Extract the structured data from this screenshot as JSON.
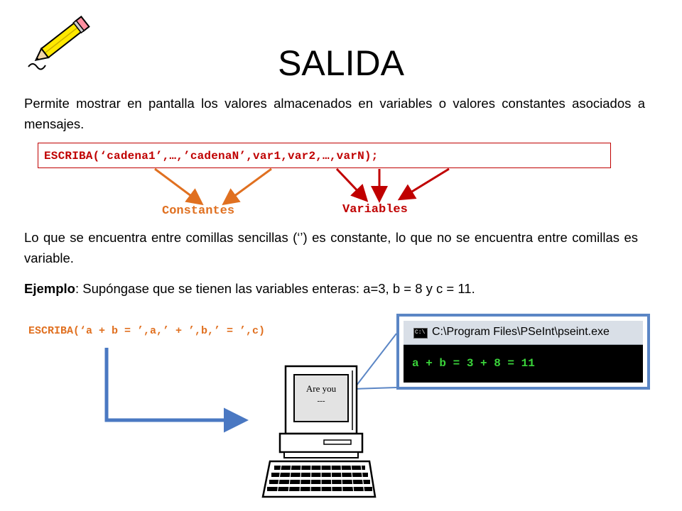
{
  "title": "SALIDA",
  "intro": "Permite mostrar en pantalla los valores almacenados en variables o valores  constantes asociados a mensajes.",
  "syntax": "ESCRIBA(‘cadena1’,…,’cadenaN’,var1,var2,…,varN);",
  "labels": {
    "constants": "Constantes",
    "variables": "Variables"
  },
  "explanation": "Lo que se encuentra entre comillas sencillas (‘’) es constante, lo que no se encuentra entre comillas es variable.",
  "example": {
    "label": "Ejemplo",
    "text": ": Supóngase que se tienen las variables enteras: a=3, b = 8 y c = 11."
  },
  "example_code": "ESCRIBA(‘a + b = ’,a,’ + ’,b,’ = ’,c)",
  "terminal": {
    "window_title": "C:\\Program Files\\PSeInt\\pseint.exe",
    "output": "a + b = 3 + 8 = 11"
  },
  "monitor": {
    "screen_text": "Are you",
    "screen_subtext": "---"
  },
  "colors": {
    "constants": "#e07020",
    "variables": "#c00000",
    "arrow": "#4a78c2",
    "terminal_text": "#3ad33a",
    "frame": "#5b86c5"
  },
  "icons": [
    "pencil-icon",
    "computer-icon",
    "console-icon"
  ]
}
